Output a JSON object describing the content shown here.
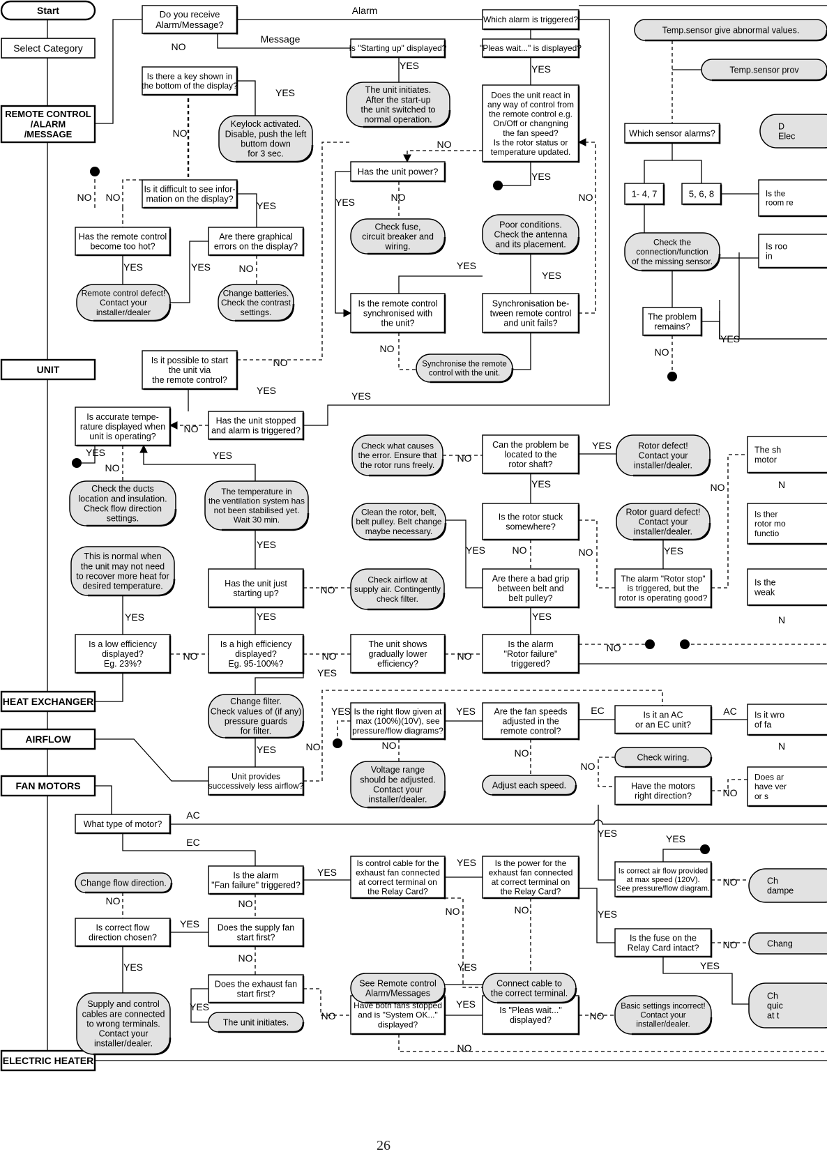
{
  "page_number": "26",
  "sections": [
    {
      "id": "start",
      "text": "Start"
    },
    {
      "id": "select_category",
      "text": "Select Category"
    },
    {
      "id": "remote",
      "text": "REMOTE CONTROL\n/ALARM\n/MESSAGE"
    },
    {
      "id": "unit",
      "text": "UNIT"
    },
    {
      "id": "heat_exchanger",
      "text": "HEAT EXCHANGER"
    },
    {
      "id": "airflow",
      "text": "AIRFLOW"
    },
    {
      "id": "fan_motors",
      "text": "FAN MOTORS"
    },
    {
      "id": "electric_heater",
      "text": "ELECTRIC HEATER"
    }
  ],
  "questions": [
    {
      "id": "q_alarm_msg",
      "text": "Do you receive\nAlarm/Message?"
    },
    {
      "id": "q_which_alarm",
      "text": "Which alarm is triggered?"
    },
    {
      "id": "q_starting_up",
      "text": "Is \"Starting up\" displayed?"
    },
    {
      "id": "q_pleas_wait",
      "text": "\"Pleas wait...\" is displayed?"
    },
    {
      "id": "q_key_shown",
      "text": "Is there a key shown in\nthe bottom of the display?"
    },
    {
      "id": "q_unit_react",
      "text": "Does the unit react in\nany way of control from\nthe remote control e.g.\nOn/Off or changning\nthe fan speed?\nIs the rotor status or\ntemperature updated."
    },
    {
      "id": "q_has_power",
      "text": "Has the unit power?"
    },
    {
      "id": "q_difficult_see",
      "text": "Is it difficult to see infor-\nmation on the display?"
    },
    {
      "id": "q_remote_hot",
      "text": "Has the remote control\nbecome too hot?"
    },
    {
      "id": "q_graphical",
      "text": "Are there graphical\nerrors on the display?"
    },
    {
      "id": "q_synchronised",
      "text": "Is the remote control\nsynchronised with\nthe unit?"
    },
    {
      "id": "q_sync_fails",
      "text": "Synchronisation be-\ntween remote control\nand unit fails?"
    },
    {
      "id": "q_possible_start",
      "text": "Is it possible to start\nthe unit via\nthe remote control?"
    },
    {
      "id": "q_accurate_temp",
      "text": "Is accurate tempe-\nrature displayed when\nunit is operating?"
    },
    {
      "id": "q_unit_stopped",
      "text": "Has the unit stopped\nand alarm is triggered?"
    },
    {
      "id": "q_rotor_shaft",
      "text": "Can the problem be\nlocated to the\nrotor shaft?"
    },
    {
      "id": "q_rotor_stuck",
      "text": "Is the rotor stuck\nsomewhere?"
    },
    {
      "id": "q_just_starting",
      "text": "Has the unit just\nstarting up?"
    },
    {
      "id": "q_bad_grip",
      "text": "Are there a bad grip\nbetween belt and\nbelt pulley?"
    },
    {
      "id": "q_low_eff",
      "text": "Is a low efficiency\ndisplayed?\nEg. 23%?"
    },
    {
      "id": "q_high_eff",
      "text": "Is a high efficiency\ndisplayed?\nEg. 95-100%?"
    },
    {
      "id": "q_rotor_failure",
      "text": "Is the alarm\n\"Rotor failure\"\ntriggered?"
    },
    {
      "id": "q_right_flow",
      "text": "Is the right flow given at\nmax (100%)(10V), see\npressure/flow diagrams?"
    },
    {
      "id": "q_fan_speeds",
      "text": "Are the fan speeds\nadjusted in the\nremote control?"
    },
    {
      "id": "q_ac_ec",
      "text": "Is it an AC\nor an EC unit?"
    },
    {
      "id": "q_motors_direction",
      "text": "Have the motors\nright direction?"
    },
    {
      "id": "q_motor_type",
      "text": "What type of motor?"
    },
    {
      "id": "q_fan_failure",
      "text": "Is the alarm\n\"Fan failure\" triggered?"
    },
    {
      "id": "q_control_cable",
      "text": "Is control cable for the\nexhaust fan connected\nat correct terminal on\nthe Relay Card?"
    },
    {
      "id": "q_power_exhaust",
      "text": "Is the power for the\nexhaust fan connected\nat correct terminal on\nthe Relay Card?"
    },
    {
      "id": "q_airflow_120",
      "text": "Is correct air flow provided\nat max speed (120V).\nSee pressure/flow diagram."
    },
    {
      "id": "q_flow_direction",
      "text": "Is correct flow\ndirection chosen?"
    },
    {
      "id": "q_supply_first",
      "text": "Does the supply fan\nstart first?"
    },
    {
      "id": "q_fuse_relay",
      "text": "Is the fuse on the\nRelay Card intact?"
    },
    {
      "id": "q_exhaust_first",
      "text": "Does the exhaust fan\nstart first?"
    },
    {
      "id": "q_both_stopped",
      "text": "Have both fans stopped\nand is \"System OK...\"\ndisplayed?"
    },
    {
      "id": "q_pleas_wait2",
      "text": "Is \"Pleas wait...\"\ndisplayed?"
    },
    {
      "id": "q_which_sensor",
      "text": "Which sensor alarms?"
    },
    {
      "id": "q_problem_remains",
      "text": "The problem\nremains?"
    },
    {
      "id": "q_s_1",
      "text": "1- 4, 7"
    },
    {
      "id": "q_s_2",
      "text": "5, 6, 8"
    },
    {
      "id": "q_alarm_rotor_stop",
      "text": "The alarm \"Rotor stop\"\nis triggered, but the\nrotor is operating good?"
    },
    {
      "id": "q_unit_shows",
      "text": "The unit shows\ngradually lower\nefficiency?"
    },
    {
      "id": "q_less_airflow",
      "text": "Unit provides\nsuccessively less airflow?"
    }
  ],
  "actions": [
    {
      "id": "a_unit_initiates",
      "text": "The unit initiates.\nAfter the start-up\nthe unit switched to\nnormal operation."
    },
    {
      "id": "a_keylock",
      "text": "Keylock activated.\nDisable, push the left\nbuttom down\nfor 3 sec."
    },
    {
      "id": "a_check_fuse",
      "text": "Check fuse,\ncircuit breaker and\nwiring."
    },
    {
      "id": "a_poor_conditions",
      "text": "Poor conditions.\nCheck the antenna\nand its placement."
    },
    {
      "id": "a_remote_defect",
      "text": "Remote control defect!\nContact your\ninstaller/dealer"
    },
    {
      "id": "a_change_batteries",
      "text": "Change batteries.\nCheck the contrast\nsettings."
    },
    {
      "id": "a_synchronise",
      "text": "Synchronise the remote\ncontrol with the unit."
    },
    {
      "id": "a_check_rotor",
      "text": "Check what causes\nthe error. Ensure that\nthe rotor runs freely."
    },
    {
      "id": "a_rotor_defect",
      "text": "Rotor defect!\nContact your\ninstaller/dealer."
    },
    {
      "id": "a_check_ducts",
      "text": "Check the ducts\nlocation and insulation.\nCheck flow direction\nsettings."
    },
    {
      "id": "a_temp_not_stable",
      "text": "The temperature in\nthe ventilation system has\nnot been stabilised yet.\nWait 30 min."
    },
    {
      "id": "a_clean_rotor",
      "text": "Clean the rotor, belt,\nbelt pulley. Belt change\nmaybe necessary."
    },
    {
      "id": "a_rotor_guard",
      "text": "Rotor guard defect!\nContact your\ninstaller/dealer."
    },
    {
      "id": "a_normal",
      "text": "This is normal when\nthe unit may not need\nto recover more heat for\ndesired temperature."
    },
    {
      "id": "a_check_airflow",
      "text": "Check airflow at\nsupply air. Contingently\ncheck filter."
    },
    {
      "id": "a_change_filter",
      "text": "Change filter.\nCheck values of (if any)\npressure guards\nfor filter."
    },
    {
      "id": "a_voltage_range",
      "text": "Voltage range\nshould be adjusted.\nContact your\ninstaller/dealer."
    },
    {
      "id": "a_adjust_speed",
      "text": "Adjust each speed."
    },
    {
      "id": "a_check_wiring",
      "text": "Check wiring."
    },
    {
      "id": "a_change_flow_dir",
      "text": "Change flow direction."
    },
    {
      "id": "a_see_remote",
      "text": "See Remote control\nAlarm/Messages"
    },
    {
      "id": "a_connect_cable",
      "text": "Connect cable to\nthe correct terminal."
    },
    {
      "id": "a_wrong_terminals",
      "text": "Supply and control\ncables are connected\nto wrong terminals.\nContact your\ninstaller/dealer."
    },
    {
      "id": "a_unit_initiates2",
      "text": "The unit initiates."
    },
    {
      "id": "a_basic_settings",
      "text": "Basic settings incorrect!\nContact your\ninstaller/dealer."
    },
    {
      "id": "a_check_sensor",
      "text": "Check the\nconnection/function\nof the missing sensor."
    },
    {
      "id": "a_temp_abnormal",
      "text": "Temp.sensor give abnormal values."
    },
    {
      "id": "a_temp_prov",
      "text": "Temp.sensor prov"
    }
  ],
  "cutoff": [
    {
      "id": "c1",
      "text": "D\nElec"
    },
    {
      "id": "c2",
      "text": "Is the\nroom re"
    },
    {
      "id": "c3",
      "text": "Is roo\nin"
    },
    {
      "id": "c4",
      "text": "The sh\nmotor"
    },
    {
      "id": "c5",
      "text": "Is ther\nrotor mo\nfunctio"
    },
    {
      "id": "c6",
      "text": "Is the\nweak"
    },
    {
      "id": "c7",
      "text": "Is it wro\nof fa"
    },
    {
      "id": "c8",
      "text": "Does ar\nhave ver\nor s"
    },
    {
      "id": "c9",
      "text": "Ch\ndampe"
    },
    {
      "id": "c10",
      "text": "Chang"
    },
    {
      "id": "c11",
      "text": "Ch\nquic\nat t"
    }
  ],
  "labels": {
    "yes": "YES",
    "no": "NO",
    "alarm": "Alarm",
    "message": "Message",
    "ac": "AC",
    "ec": "EC",
    "n": "N"
  }
}
